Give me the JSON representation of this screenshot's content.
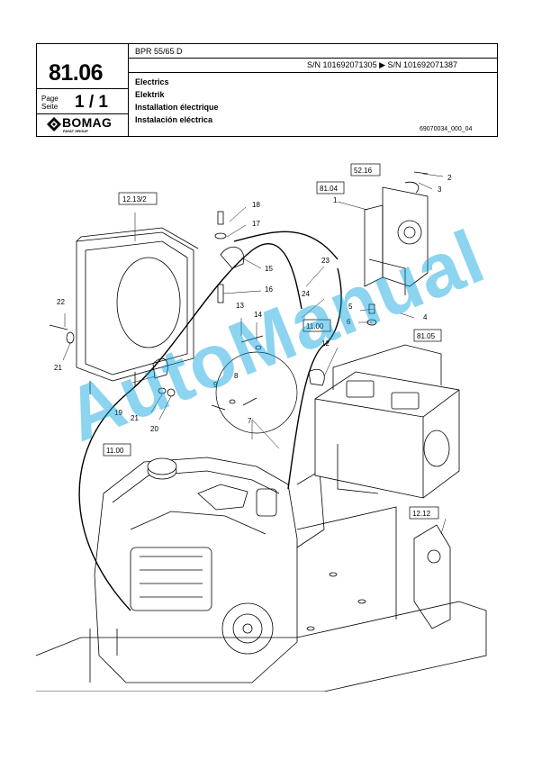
{
  "header": {
    "section_number": "81.06",
    "page_label_1": "Page",
    "page_label_2": "Seite",
    "page_value": "1 / 1",
    "brand": "BOMAG",
    "brand_sub": "FAYAT GROUP",
    "model": "BPR 55/65 D",
    "serial_range": "S/N 101692071305  ▶  S/N 101692071387",
    "titles": [
      "Electrics",
      "Elektrik",
      "Installation électrique",
      "Instalación eléctrica"
    ],
    "doc_id": "69070034_000_04"
  },
  "watermark": "AutoManual",
  "callouts": [
    "1",
    "2",
    "3",
    "4",
    "5",
    "6",
    "7",
    "8",
    "9",
    "12",
    "13",
    "14",
    "15",
    "16",
    "17",
    "18",
    "19",
    "20",
    "21",
    "21",
    "22",
    "23",
    "24"
  ],
  "references": [
    "12.13/2",
    "52.16",
    "81.04",
    "11.00",
    "81.05",
    "11.00",
    "12.12"
  ],
  "colors": {
    "watermark": "#00a0dc",
    "ink": "#000000"
  }
}
